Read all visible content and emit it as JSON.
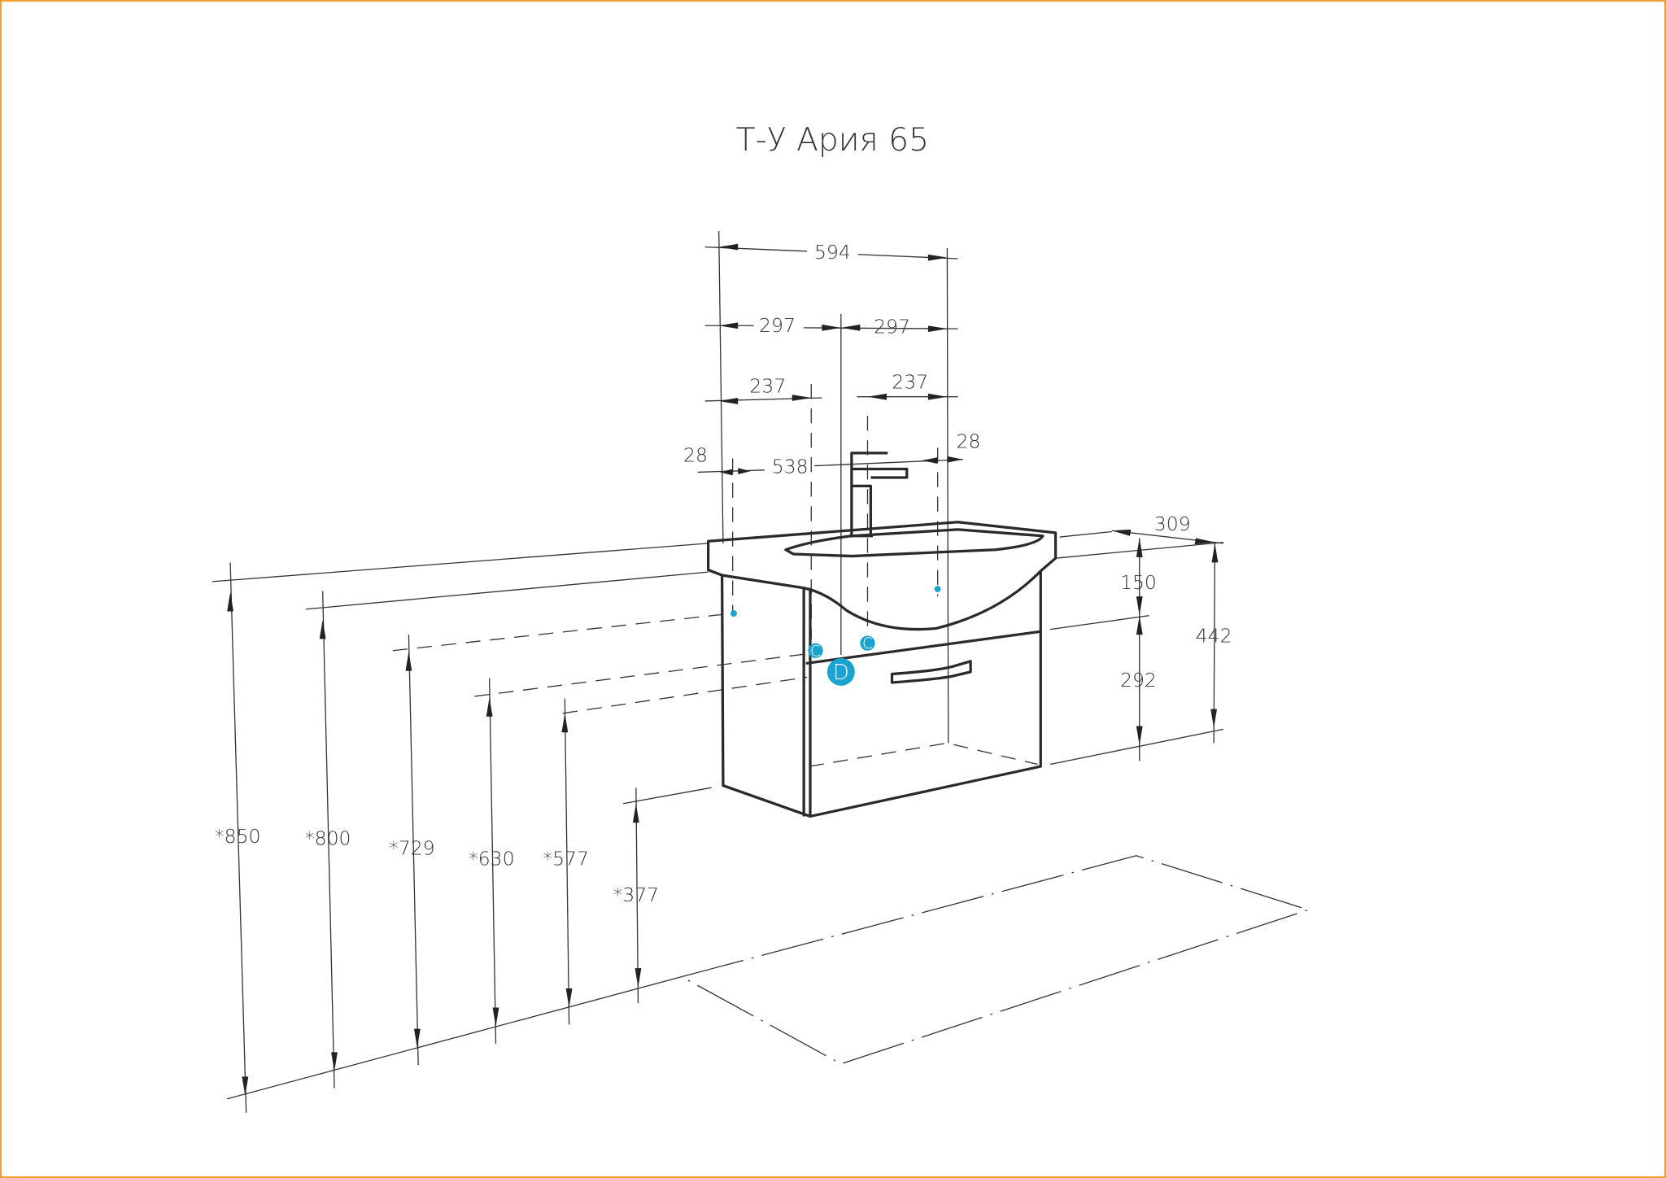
{
  "title": "Т-У Ария 65",
  "dimensions": {
    "overall_width": "594",
    "half_left": "297",
    "half_right": "297",
    "offset_left": "237",
    "offset_right": "237",
    "edge_left": "28",
    "inner_width": "538",
    "edge_right": "28",
    "depth": "309",
    "basin_height": "150",
    "total_height": "442",
    "cabinet_height": "292"
  },
  "heights": {
    "h850": "*850",
    "h800": "*800",
    "h729": "*729",
    "h630": "*630",
    "h577": "*577",
    "h377": "*377"
  },
  "markers": {
    "c1": "C",
    "c2": "C",
    "d": "D"
  },
  "colors": {
    "accent": "#1aa3d1",
    "border": "#f0a030"
  }
}
